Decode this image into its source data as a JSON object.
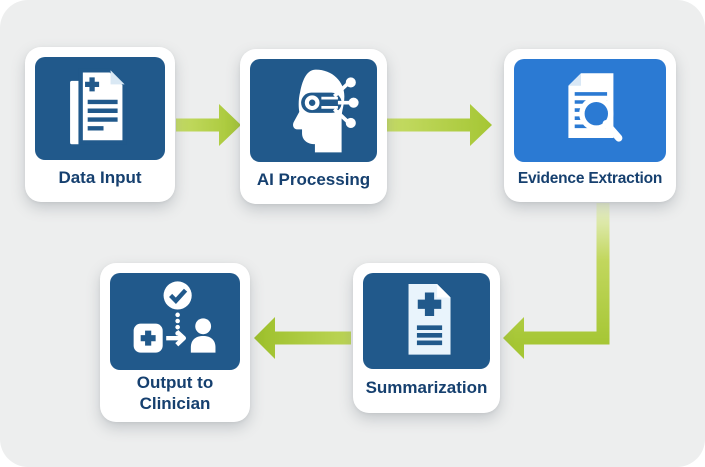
{
  "palette": {
    "panel_bg": "#edeeee",
    "card_bg": "#ffffff",
    "tile_navy": "#21598b",
    "tile_blue": "#2b7ad3",
    "label_color": "#16406f",
    "arrow_green_light": "#c6dc66",
    "arrow_green_dark": "#a5c634"
  },
  "diagram": {
    "nodes": [
      {
        "id": "data-input",
        "label": "Data Input",
        "icon": "stacked-documents-icon"
      },
      {
        "id": "ai-processing",
        "label": "AI Processing",
        "icon": "ai-head-circuit-icon"
      },
      {
        "id": "evidence-extraction",
        "label": "Evidence Extraction",
        "icon": "document-magnifier-icon"
      },
      {
        "id": "summarization",
        "label": "Summarization",
        "icon": "medical-document-icon"
      },
      {
        "id": "output-to-clinician",
        "label": "Output to Clinician",
        "icon": "clinician-handoff-icon"
      }
    ],
    "connections": [
      {
        "from": "data-input",
        "to": "ai-processing",
        "style": "straight-right"
      },
      {
        "from": "ai-processing",
        "to": "evidence-extraction",
        "style": "straight-right"
      },
      {
        "from": "evidence-extraction",
        "to": "summarization",
        "style": "elbow-down-left"
      },
      {
        "from": "summarization",
        "to": "output-to-clinician",
        "style": "straight-left"
      }
    ]
  }
}
